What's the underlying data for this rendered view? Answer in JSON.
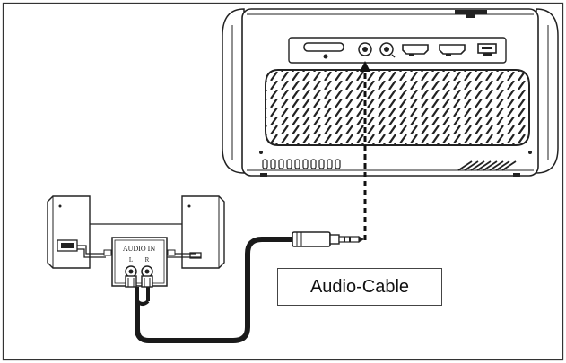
{
  "cable_label": "Audio-Cable",
  "speaker_panel": {
    "title": "AUDIO IN",
    "left_label": "L",
    "right_label": "R"
  },
  "colors": {
    "line": "#222222",
    "cable": "#1a1a1a",
    "frame": "#333333",
    "background": "#ffffff"
  }
}
